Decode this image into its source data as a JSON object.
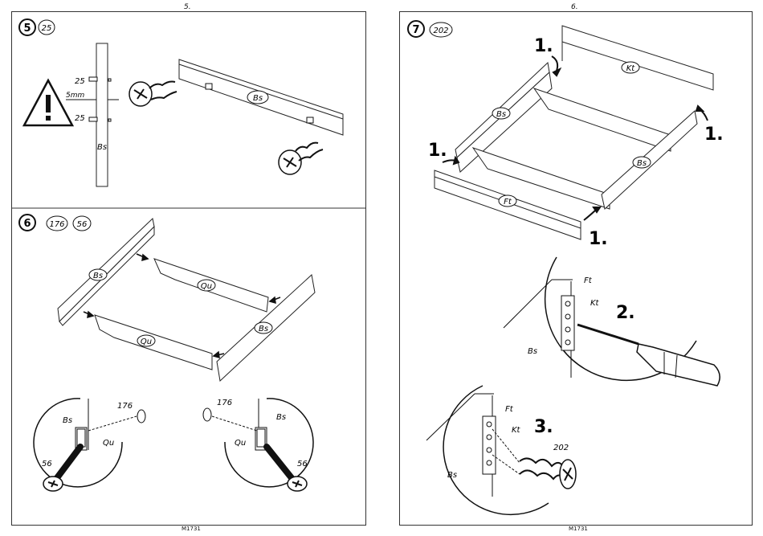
{
  "pages": {
    "left_number": "5.",
    "right_number": "6.",
    "footer_code": "M1731"
  },
  "steps": {
    "s5": {
      "number": "5",
      "parts": [
        "25"
      ],
      "dim_a": "25",
      "dim_b": "25",
      "gap": "5mm",
      "part_bs": "Bs",
      "panel_bs": "Bs"
    },
    "s6": {
      "number": "6",
      "parts": [
        "176",
        "56"
      ],
      "bs_a": "Bs",
      "bs_b": "Bs",
      "qu_a": "Qu",
      "qu_b": "Qu",
      "detail_left": {
        "bs": "Bs",
        "qu": "Qu",
        "cam": "176",
        "screw": "56"
      },
      "detail_right": {
        "bs": "Bs",
        "qu": "Qu",
        "cam": "176",
        "screw": "56"
      }
    },
    "s7": {
      "number": "7",
      "parts": [
        "202"
      ],
      "kt": "Kt",
      "bs_a": "Bs",
      "bs_b": "Bs",
      "ft": "Ft",
      "order_one": "1.",
      "order_two": "2.",
      "order_three": "3.",
      "detail_two": {
        "ft": "Ft",
        "kt": "Kt",
        "bs": "Bs"
      },
      "detail_three": {
        "ft": "Ft",
        "kt": "Kt",
        "bs": "Bs",
        "screw": "202"
      }
    }
  }
}
